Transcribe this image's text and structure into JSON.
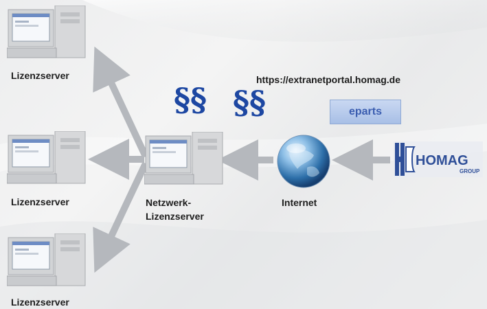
{
  "nodes": {
    "license_server_top": {
      "label": "Lizenzserver"
    },
    "license_server_middle": {
      "label": "Lizenzserver"
    },
    "license_server_bottom": {
      "label": "Lizenzserver"
    },
    "network_server": {
      "label_line1": "Netzwerk-",
      "label_line2": "Lizenzserver"
    },
    "internet": {
      "label": "Internet"
    }
  },
  "portal_url": "https://extranetportal.homag.de",
  "eparts_logo": {
    "text": "eparts"
  },
  "homag_logo": {
    "brand": "HOMAG",
    "subtitle": "GROUP"
  },
  "symbols": {
    "section_1": "§§",
    "section_2": "§§"
  },
  "colors": {
    "background": "#efefef",
    "label": "#1d1d1d",
    "section_symbol": "#1d47a2",
    "homag_blue": "#2f4f98",
    "arrow": "#b0b4bb"
  }
}
